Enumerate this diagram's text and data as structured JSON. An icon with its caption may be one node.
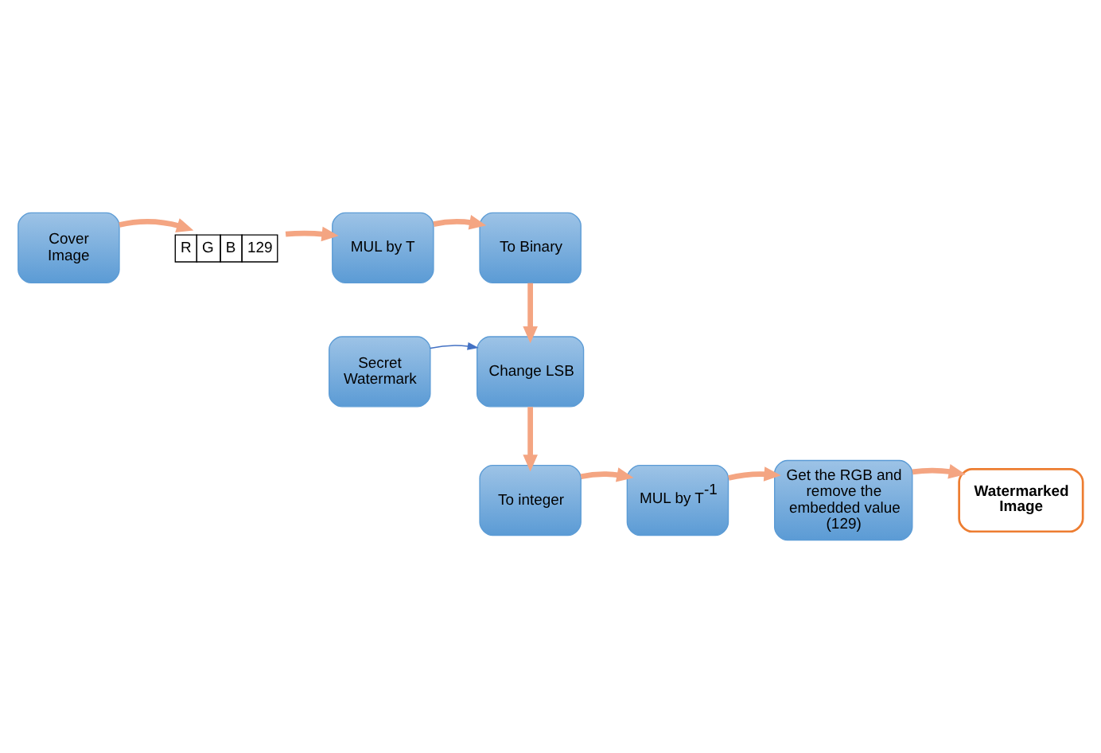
{
  "diagram": {
    "nodes": [
      {
        "text": [
          "Cover Image"
        ]
      },
      {
        "text": [
          "R",
          "G",
          "B",
          "129"
        ]
      },
      {
        "text": [
          "MUL by T"
        ]
      },
      {
        "text": [
          "To Binary"
        ]
      },
      {
        "text": [
          "Change LSB"
        ]
      },
      {
        "text": [
          "Secret Watermark"
        ]
      },
      {
        "text": [
          "To integer"
        ]
      },
      {
        "text": [
          "MUL by T$^{-1}$"
        ]
      },
      {
        "text": [
          "Get the RGB and remove the embedded value (129)"
        ]
      },
      {
        "text": [
          "Watermarked Image"
        ]
      }
    ],
    "edges": [
      {
        "from": 0,
        "to": 1,
        "arrow": "to"
      },
      {
        "from": 1,
        "to": 2,
        "arrow": "to"
      },
      {
        "from": 2,
        "to": 3,
        "arrow": "to"
      },
      {
        "from": 3,
        "to": 4,
        "arrow": "to"
      },
      {
        "from": 5,
        "to": 4,
        "arrow": "to",
        "color": "#4472c4"
      },
      {
        "from": 4,
        "to": 6,
        "arrow": "to"
      },
      {
        "from": 6,
        "to": 7,
        "arrow": "to"
      },
      {
        "from": 7,
        "to": 8,
        "arrow": "to"
      },
      {
        "from": 8,
        "to": 9,
        "arrow": "to"
      }
    ]
  }
}
